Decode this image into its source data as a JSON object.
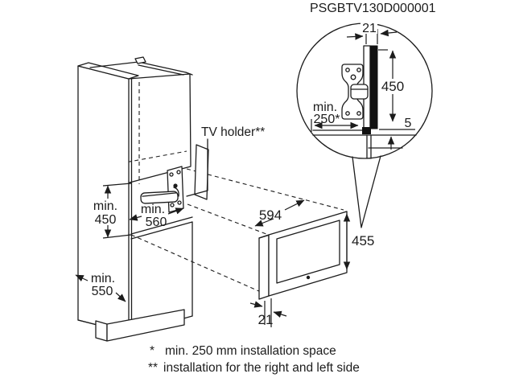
{
  "title": "PSGBTV130D000001",
  "diagram": {
    "tv_holder_label": "TV holder**",
    "cabinet": {
      "niche_height_min": {
        "line1": "min.",
        "line2": "450"
      },
      "niche_width_min": {
        "line1": "min.",
        "line2": "560"
      },
      "cabinet_depth_min": {
        "line1": "min.",
        "line2": "550"
      }
    },
    "tv": {
      "width": "594",
      "height": "455",
      "depth": "21"
    },
    "detail": {
      "thickness": "21",
      "height": "450",
      "gap": "5",
      "space_min": {
        "line1": "min.",
        "line2": "250*"
      }
    }
  },
  "footnotes": [
    {
      "marker": "*",
      "text": "min. 250 mm installation space"
    },
    {
      "marker": "**",
      "text": "installation for the right and left side"
    }
  ],
  "colors": {
    "line": "#1c1c1c",
    "tv_edge": "#111111",
    "background": "#ffffff"
  }
}
